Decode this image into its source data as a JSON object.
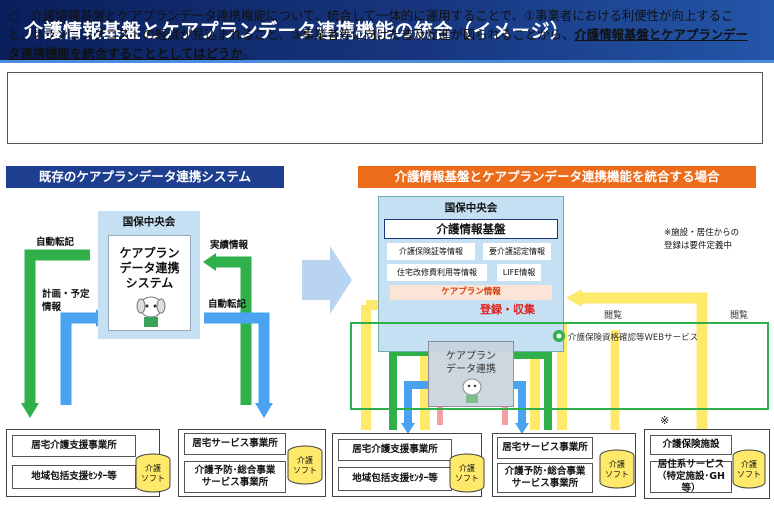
{
  "title": "介護情報基盤とケアプランデータ連携機能の統合（イメージ）",
  "intro": {
    "bullet": "○",
    "text": "介護情報基盤とケアプランデータ連携機能について、統合して一体的に運用することで、①事業者における利便性が向上すること、②ランニングコストの軽減が見込まれること、③事業者等に向けた普及促進が図られることから、",
    "emphasis": "介護情報基盤とケアプランデータ連携機能を統合することとしてはどうか",
    "end": "。"
  },
  "left": {
    "label": "既存のケアプランデータ連携システム",
    "hub_title": "国保中央会",
    "core": "ケアプラン\nデータ連携\nシステム",
    "arrows": {
      "auto_transfer_1": "自動転記",
      "plan_info": "計画・予定\n情報",
      "actual_info": "実績情報",
      "auto_transfer_2": "自動転記"
    },
    "group1": [
      "居宅介護支援事業所",
      "地域包括支援ｾﾝﾀｰ等"
    ],
    "group2": [
      "居宅サービス事業所",
      "介護予防･総合事業\nサービス事業所"
    ],
    "soft": "介護\nソフト"
  },
  "right": {
    "label": "介護情報基盤とケアプランデータ連携機能を統合する場合",
    "hub_title": "国保中央会",
    "kiban": "介護情報基盤",
    "info": [
      "介護保険証等情報",
      "要介護認定情報",
      "住宅改修費利用等情報",
      "LIFE情報"
    ],
    "careplan": "ケアプラン情報",
    "upload": "登録・収集",
    "web": "介護保険資格確認等WEBサービス",
    "core": "ケアプラン\nデータ連携",
    "note": "※施設・居住からの\n登録は要件定義中",
    "view": "閲覧",
    "sharp": "※",
    "group1": [
      "居宅介護支援事業所",
      "地域包括支援ｾﾝﾀｰ等"
    ],
    "group2": [
      "居宅サービス事業所",
      "介護予防･総合事業\nサービス事業所"
    ],
    "group3": [
      "介護保険施設",
      "居住系サービス\n（特定施設･GH等）"
    ],
    "soft": "介護\nソフト"
  },
  "colors": {
    "header": "#17367f",
    "orange": "#ec6c1c",
    "green": "#2fb04a",
    "blue": "#4aa3f0",
    "yellow": "#ffe96a",
    "pink": "#f4a0a0",
    "light_blue_box": "#c5e0f2"
  }
}
